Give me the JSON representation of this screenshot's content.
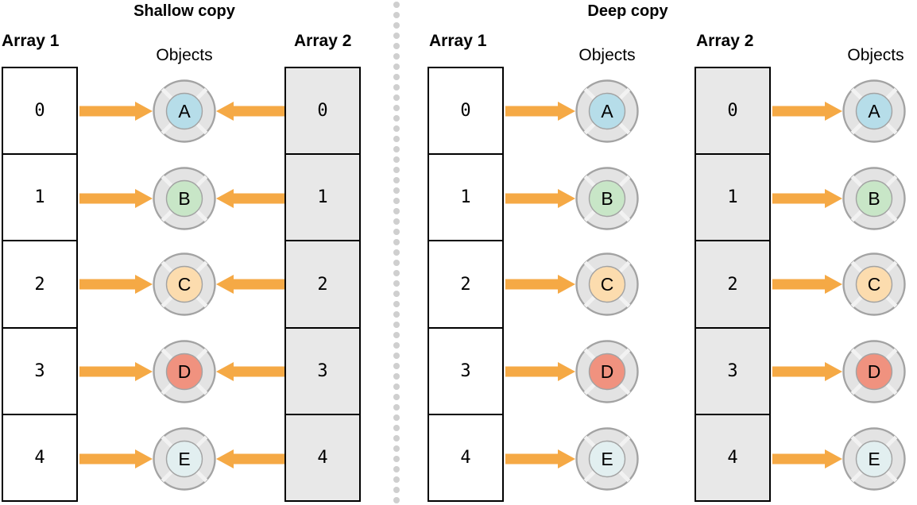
{
  "diagram": {
    "title_shallow": "Shallow copy",
    "title_deep": "Deep copy",
    "objects_label": "Objects",
    "array1_label": "Array 1",
    "array2_label": "Array 2",
    "indices": [
      "0",
      "1",
      "2",
      "3",
      "4"
    ],
    "object_labels": [
      "A",
      "B",
      "C",
      "D",
      "E"
    ],
    "colors": {
      "arrow": "#f5a945",
      "ring_fill": "#e3e3e3",
      "ring_stroke": "#a3a3a3",
      "spoke": "#f2f2f2",
      "array1_fill": "#ffffff",
      "array2_fill": "#e8e8e8",
      "array_stroke": "#000000",
      "divider_dot": "#cfcfcf",
      "obj_A": "#b6dde9",
      "obj_B": "#c8e6c7",
      "obj_C": "#fcdcae",
      "obj_D": "#f0927f",
      "obj_E": "#e2eff0"
    }
  },
  "shallow": {
    "title": "Shallow copy",
    "array1": {
      "label": "Array 1",
      "cells": [
        "0",
        "1",
        "2",
        "3",
        "4"
      ],
      "fill": "white"
    },
    "array2": {
      "label": "Array 2",
      "cells": [
        "0",
        "1",
        "2",
        "3",
        "4"
      ],
      "fill": "gray"
    },
    "objects": {
      "label": "Objects",
      "items": [
        "A",
        "B",
        "C",
        "D",
        "E"
      ]
    }
  },
  "deep": {
    "title": "Deep copy",
    "array1": {
      "label": "Array 1",
      "cells": [
        "0",
        "1",
        "2",
        "3",
        "4"
      ],
      "fill": "white"
    },
    "array2": {
      "label": "Array 2",
      "cells": [
        "0",
        "1",
        "2",
        "3",
        "4"
      ],
      "fill": "gray"
    },
    "objects1": {
      "label": "Objects",
      "items": [
        "A",
        "B",
        "C",
        "D",
        "E"
      ]
    },
    "objects2": {
      "label": "Objects",
      "items": [
        "A",
        "B",
        "C",
        "D",
        "E"
      ]
    }
  }
}
